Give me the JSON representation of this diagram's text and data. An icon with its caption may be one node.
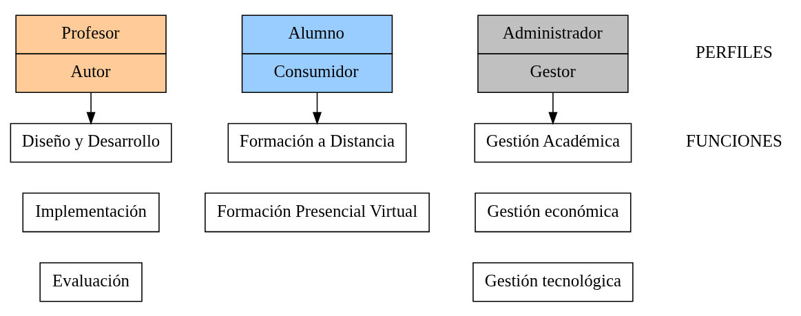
{
  "diagram": {
    "nodes": [
      {
        "text": [
          "Profesor",
          "Autor"
        ]
      },
      {
        "text": [
          "Alumno",
          "Consumidor"
        ]
      },
      {
        "text": [
          "Administrador",
          "Gestor"
        ]
      },
      {
        "text": [
          "Diseño y Desarrollo"
        ]
      },
      {
        "text": [
          "Implementación"
        ]
      },
      {
        "text": [
          "Evaluación"
        ]
      },
      {
        "text": [
          "Formación a Distancia"
        ]
      },
      {
        "text": [
          "Formación Presencial Virtual"
        ]
      },
      {
        "text": [
          "Gestión Académica"
        ]
      },
      {
        "text": [
          "Gestión económica"
        ]
      },
      {
        "text": [
          "Gestión tecnológica"
        ]
      }
    ],
    "edges": [
      {
        "from": 0,
        "to": 3,
        "arrow": "to"
      },
      {
        "from": 1,
        "to": 6,
        "arrow": "to"
      },
      {
        "from": 2,
        "to": 8,
        "arrow": "to"
      }
    ],
    "labels": [
      "PERFILES",
      "FUNCIONES"
    ]
  }
}
